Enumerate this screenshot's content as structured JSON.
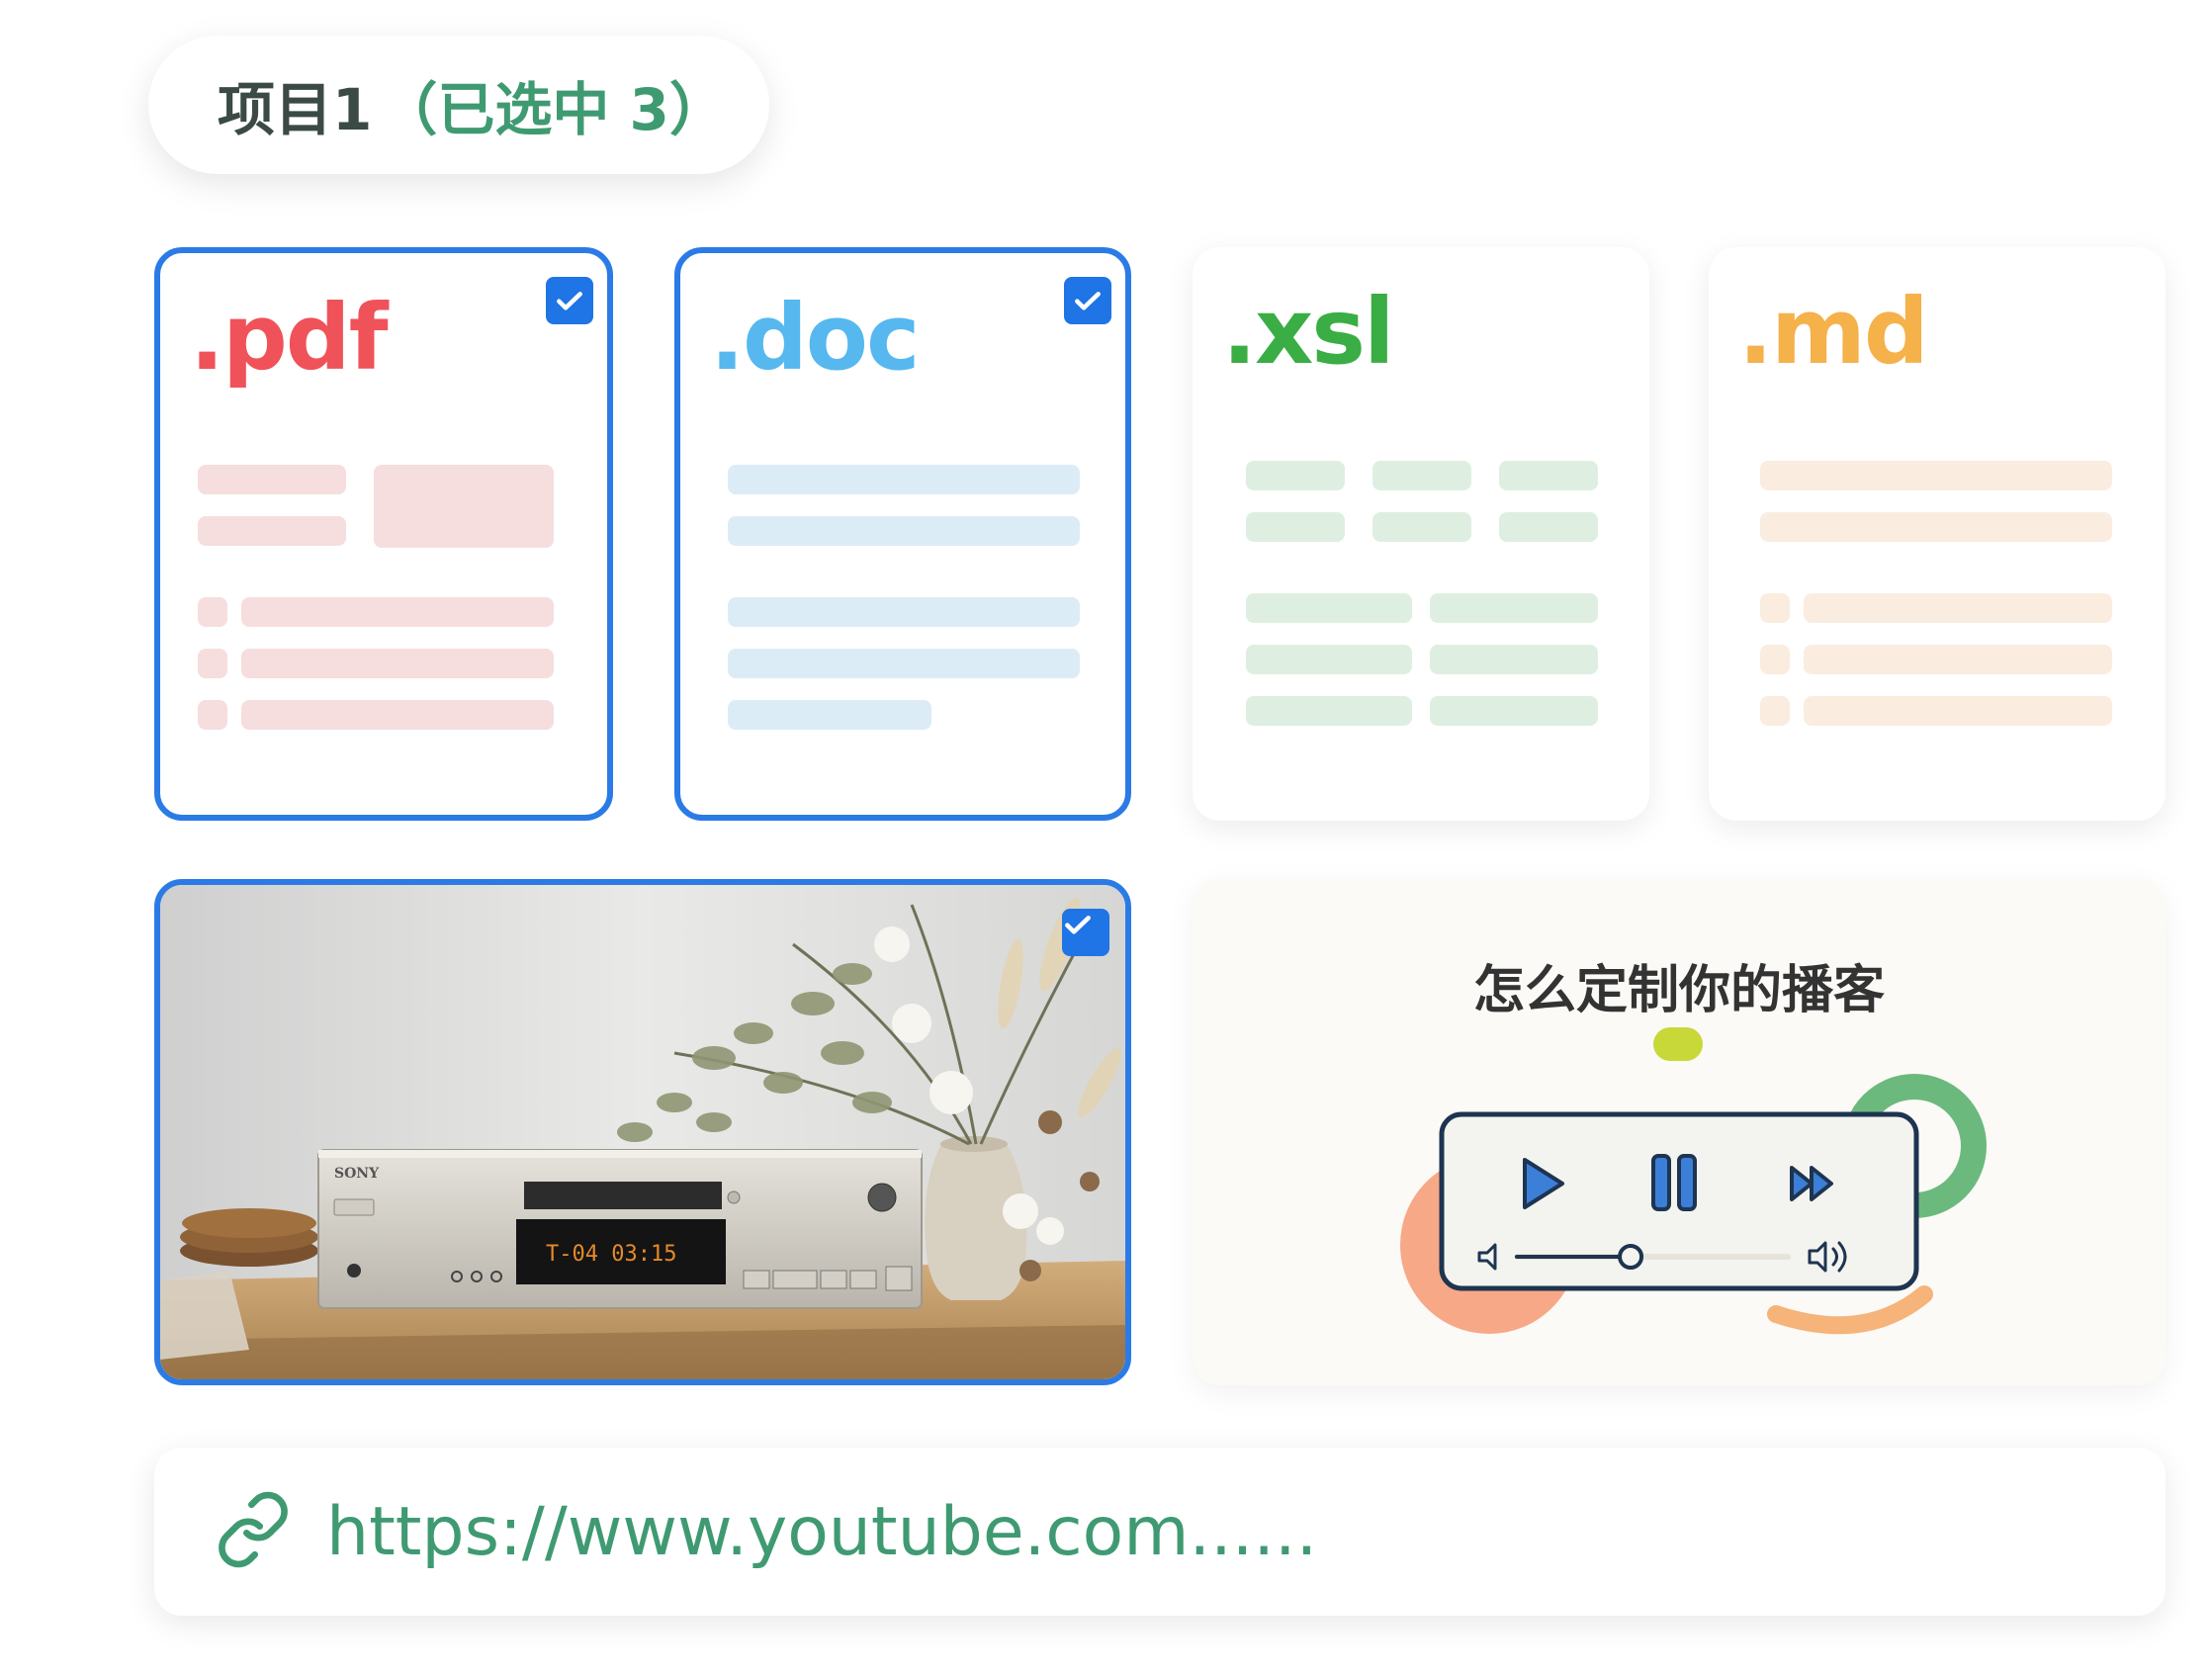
{
  "header": {
    "project_label": "项目1",
    "selection_label": "（已选中 3）"
  },
  "files": [
    {
      "ext": ".pdf",
      "color": "#f0525a",
      "selected": true
    },
    {
      "ext": ".doc",
      "color": "#56b8ee",
      "selected": true
    },
    {
      "ext": ".xsl",
      "color": "#3aad45",
      "selected": false
    },
    {
      "ext": ".md",
      "color": "#f5b14a",
      "selected": false
    }
  ],
  "photo": {
    "selected": true,
    "device_brand": "SONY",
    "display_readout": "T-04  03:15"
  },
  "podcast": {
    "title": "怎么定制你的播客",
    "volume_level": 0.42
  },
  "link": {
    "url": "https://www.youtube.com......"
  },
  "colors": {
    "accent_blue": "#2b7be6",
    "accent_green": "#3f9a72"
  }
}
